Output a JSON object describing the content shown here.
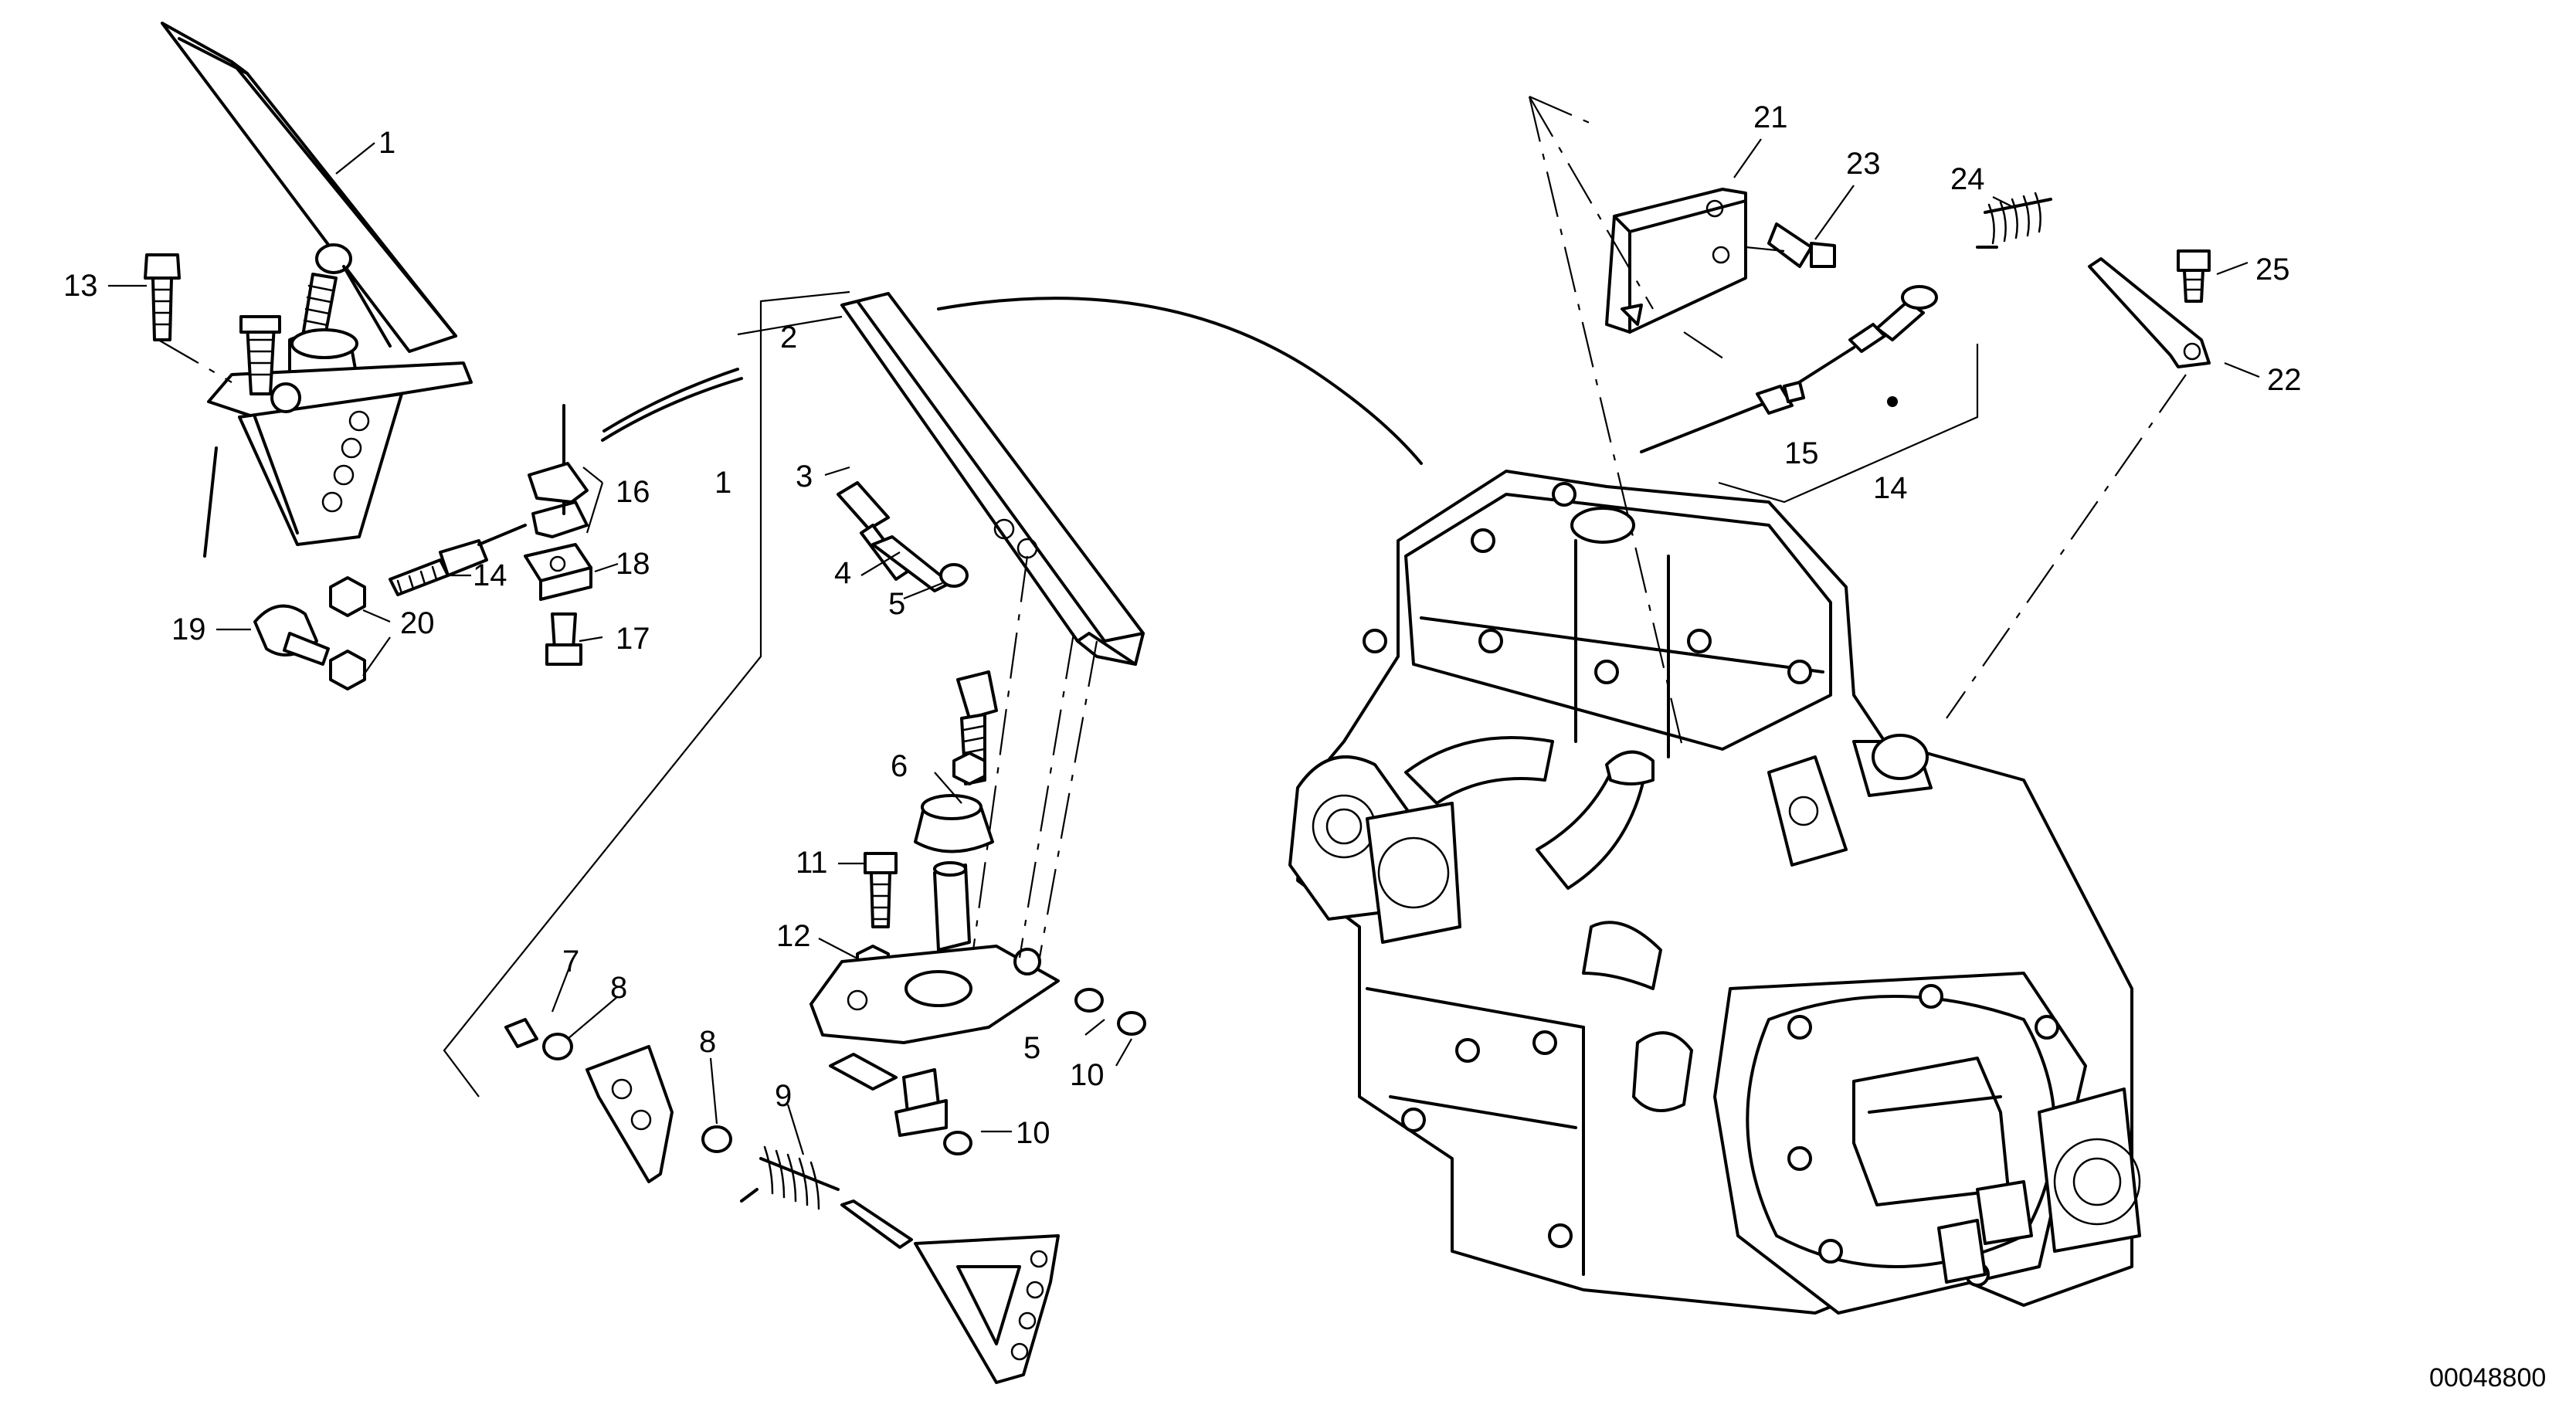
{
  "drawing_number": "00048800",
  "callouts": [
    {
      "id": "c1a",
      "label": "1"
    },
    {
      "id": "c1b",
      "label": "1"
    },
    {
      "id": "c2",
      "label": "2"
    },
    {
      "id": "c3",
      "label": "3"
    },
    {
      "id": "c4",
      "label": "4"
    },
    {
      "id": "c5a",
      "label": "5"
    },
    {
      "id": "c5b",
      "label": "5"
    },
    {
      "id": "c6",
      "label": "6"
    },
    {
      "id": "c7",
      "label": "7"
    },
    {
      "id": "c8a",
      "label": "8"
    },
    {
      "id": "c8b",
      "label": "8"
    },
    {
      "id": "c9",
      "label": "9"
    },
    {
      "id": "c10a",
      "label": "10"
    },
    {
      "id": "c10b",
      "label": "10"
    },
    {
      "id": "c11",
      "label": "11"
    },
    {
      "id": "c12",
      "label": "12"
    },
    {
      "id": "c13",
      "label": "13"
    },
    {
      "id": "c14a",
      "label": "14"
    },
    {
      "id": "c14b",
      "label": "14"
    },
    {
      "id": "c15",
      "label": "15"
    },
    {
      "id": "c16",
      "label": "16"
    },
    {
      "id": "c17",
      "label": "17"
    },
    {
      "id": "c18",
      "label": "18"
    },
    {
      "id": "c19",
      "label": "19"
    },
    {
      "id": "c20",
      "label": "20"
    },
    {
      "id": "c21",
      "label": "21"
    },
    {
      "id": "c22",
      "label": "22"
    },
    {
      "id": "c23",
      "label": "23"
    },
    {
      "id": "c24",
      "label": "24"
    },
    {
      "id": "c25",
      "label": "25"
    }
  ]
}
